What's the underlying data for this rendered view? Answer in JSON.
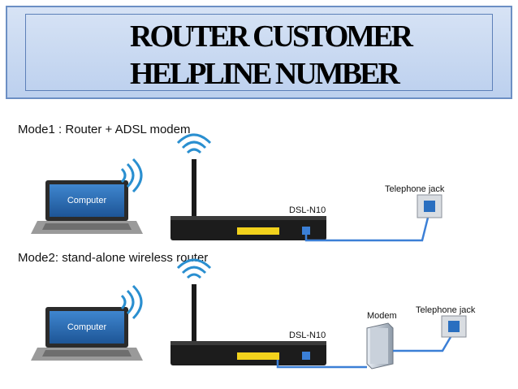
{
  "header": {
    "title": "ROUTER CUSTOMER\nHELPLINE  NUMBER"
  },
  "mode1": {
    "label": "Mode1 : Router + ADSL modem",
    "computer": "Computer",
    "router": "DSL-N10",
    "jack": "Telephone jack"
  },
  "mode2": {
    "label": "Mode2: stand-alone wireless router",
    "computer": "Computer",
    "router": "DSL-N10",
    "modem": "Modem",
    "jack": "Telephone jack"
  },
  "colors": {
    "cable": "#3b7fd6",
    "ports": "#f2d21c",
    "screen": "#2f6fb6",
    "wifi": "#2a8fd0"
  }
}
